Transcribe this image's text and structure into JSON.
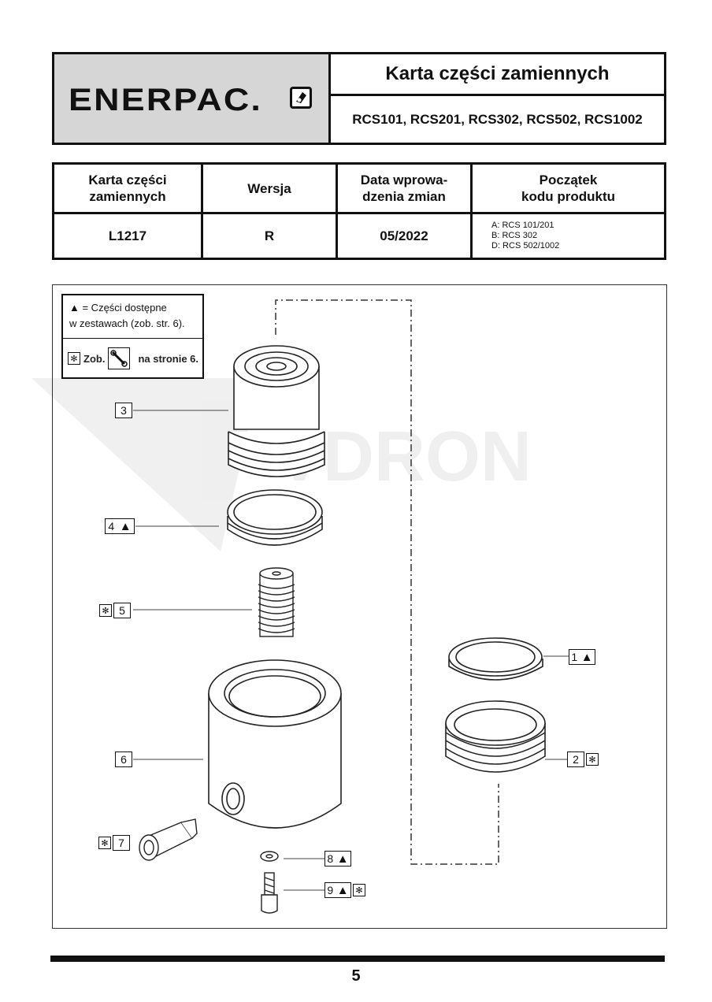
{
  "header": {
    "logo_text": "ENERPAC.",
    "title": "Karta części zamiennych",
    "models": "RCS101, RCS201, RCS302, RCS502, RCS1002"
  },
  "info_table": {
    "headers": [
      "Karta części zamiennych",
      "Wersja",
      "Data wprowa-dzenia zmian",
      "Początek kodu produktu"
    ],
    "header_lines": [
      [
        "Karta części",
        "zamiennych"
      ],
      [
        "Wersja"
      ],
      [
        "Data wprowa-",
        "dzenia zmian"
      ],
      [
        "Początek",
        "kodu produktu"
      ]
    ],
    "values": [
      "L1217",
      "R",
      "05/2022"
    ],
    "codes": [
      "A: RCS 101/201",
      "B: RCS 302",
      "D: RCS 502/1002"
    ]
  },
  "legend": {
    "line1": "▲ = Części dostępne",
    "line2": "w zestawach (zob. str. 6).",
    "zob": "Zob.",
    "page_ref": "na stronie 6."
  },
  "parts": [
    {
      "num": "1",
      "kit": true,
      "see": false
    },
    {
      "num": "2",
      "kit": false,
      "see": true
    },
    {
      "num": "3",
      "kit": false,
      "see": false
    },
    {
      "num": "4",
      "kit": true,
      "see": false
    },
    {
      "num": "5",
      "kit": false,
      "see": true
    },
    {
      "num": "6",
      "kit": false,
      "see": false
    },
    {
      "num": "7",
      "kit": false,
      "see": true
    },
    {
      "num": "8",
      "kit": true,
      "see": false
    },
    {
      "num": "9",
      "kit": true,
      "see": true
    }
  ],
  "symbols": {
    "triangle": "▲",
    "asterisk": "✻"
  },
  "page_number": "5"
}
